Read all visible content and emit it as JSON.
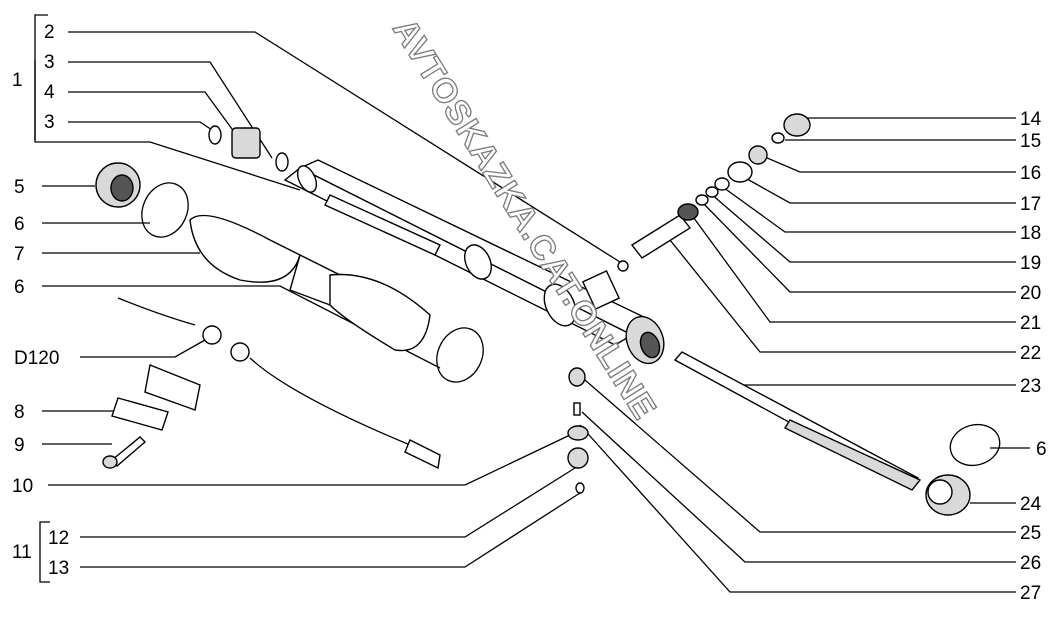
{
  "watermark": "AVTOSKAZKA.CAT.ONLINE",
  "callouts": {
    "c1": "1",
    "c2": "2",
    "c3a": "3",
    "c4": "4",
    "c3b": "3",
    "c5": "5",
    "c6a": "6",
    "c7": "7",
    "c6b": "6",
    "cD120": "D120",
    "c8": "8",
    "c9": "9",
    "c10": "10",
    "c11": "11",
    "c12": "12",
    "c13": "13",
    "c14": "14",
    "c15": "15",
    "c16": "16",
    "c17": "17",
    "c18": "18",
    "c19": "19",
    "c20": "20",
    "c21": "21",
    "c22": "22",
    "c23": "23",
    "c6c": "6",
    "c24": "24",
    "c25": "25",
    "c26": "26",
    "c27": "27"
  }
}
